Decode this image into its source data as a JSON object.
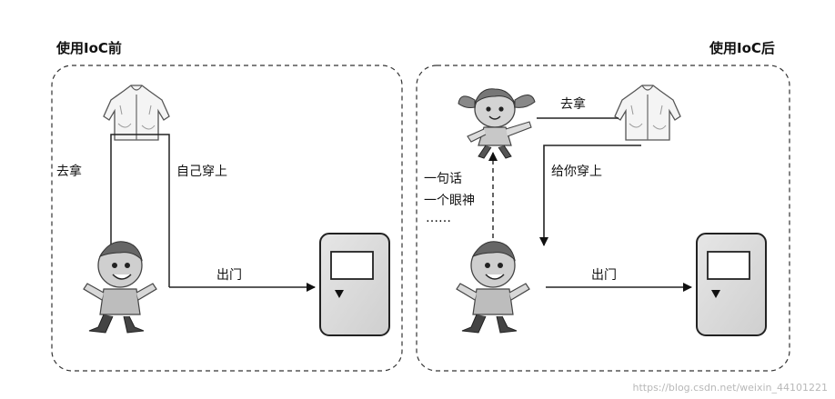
{
  "titles": {
    "before": "使用IoC前",
    "after": "使用IoC后"
  },
  "left_panel": {
    "go_take_label": "去拿",
    "wear_self_label": "自己穿上",
    "go_out_label": "出门"
  },
  "right_panel": {
    "go_take_label": "去拿",
    "help_wear_label": "给你穿上",
    "signal_line1": "一句话",
    "signal_line2": "一个眼神",
    "signal_line3": "……",
    "go_out_label": "出门"
  },
  "watermark": "https://blog.csdn.net/weixin_44101221"
}
